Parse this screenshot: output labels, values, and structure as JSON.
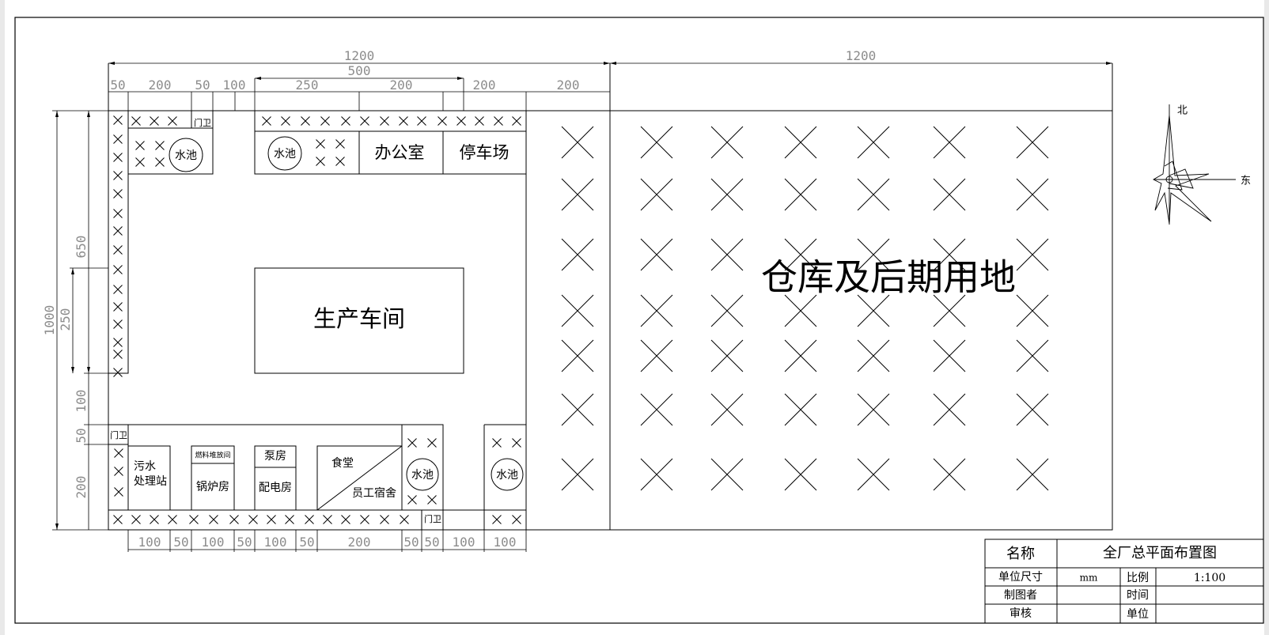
{
  "frame": {
    "line_color": "#000000",
    "dim_color": "#8c8c8c"
  },
  "areas": {
    "production": "生产车间",
    "warehouse": "仓库及后期用地",
    "office": "办公室",
    "parking": "停车场",
    "pool": "水池",
    "gate": "门卫",
    "sewage_line1": "污水",
    "sewage_line2": "处理站",
    "fuel_storage": "燃料堆放间",
    "boiler": "锅炉房",
    "pump": "泵房",
    "power": "配电房",
    "canteen": "食堂",
    "dorm": "员工宿舍"
  },
  "compass": {
    "north": "北",
    "east": "东"
  },
  "dims": {
    "d1200": "1200",
    "d500": "500",
    "d250": "250",
    "d200": "200",
    "d100": "100",
    "d50": "50",
    "d650": "650",
    "d1000": "1000"
  },
  "title_block": {
    "name_label": "名称",
    "name_value": "全厂总平面布置图",
    "unit_label": "单位尺寸",
    "unit_value": "mm",
    "scale_label": "比例",
    "scale_value": "1:100",
    "drafter_label": "制图者",
    "time_label": "时间",
    "review_label": "审核",
    "org_label": "单位"
  }
}
